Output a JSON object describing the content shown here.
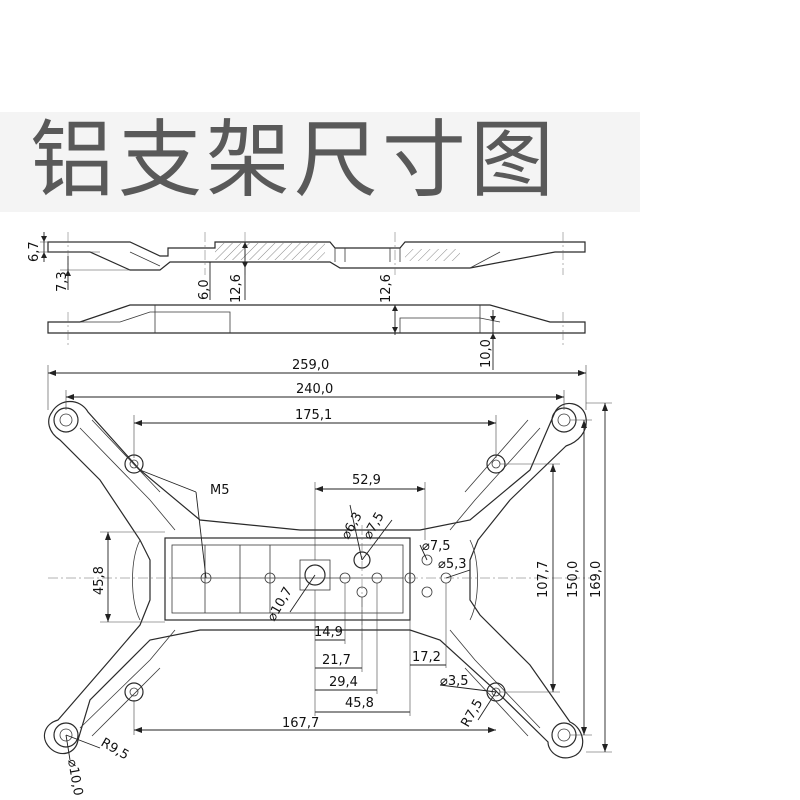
{
  "title": "铝支架尺寸图",
  "dimensions": {
    "side_thickness": "6,7",
    "side_step": "7,3",
    "side_rib_a": "6,0",
    "side_rib_b": "12,6",
    "side_rib_c": "12,6",
    "bottom_height": "10,0",
    "overall_width": "259,0",
    "hole_span": "240,0",
    "inner_hole_span": "175,1",
    "slot_width": "52,9",
    "thread": "M5",
    "dia_6_3": "⌀6,3",
    "dia_7_5_a": "⌀7,5",
    "dia_7_5_b": "⌀7,5",
    "dia_5_3": "⌀5,3",
    "dia_10_7": "⌀10,7",
    "center_height": "45,8",
    "height_107": "107,7",
    "height_150": "150,0",
    "height_169": "169,0",
    "d_14_9": "14,9",
    "d_21_7": "21,7",
    "d_29_4": "29,4",
    "d_45_8": "45,8",
    "d_17_2": "17,2",
    "dia_3_5": "⌀3,5",
    "d_167_7": "167,7",
    "radius_9_5": "R9,5",
    "radius_7_5": "R7,5",
    "dia_10_0": "⌀10,0"
  }
}
